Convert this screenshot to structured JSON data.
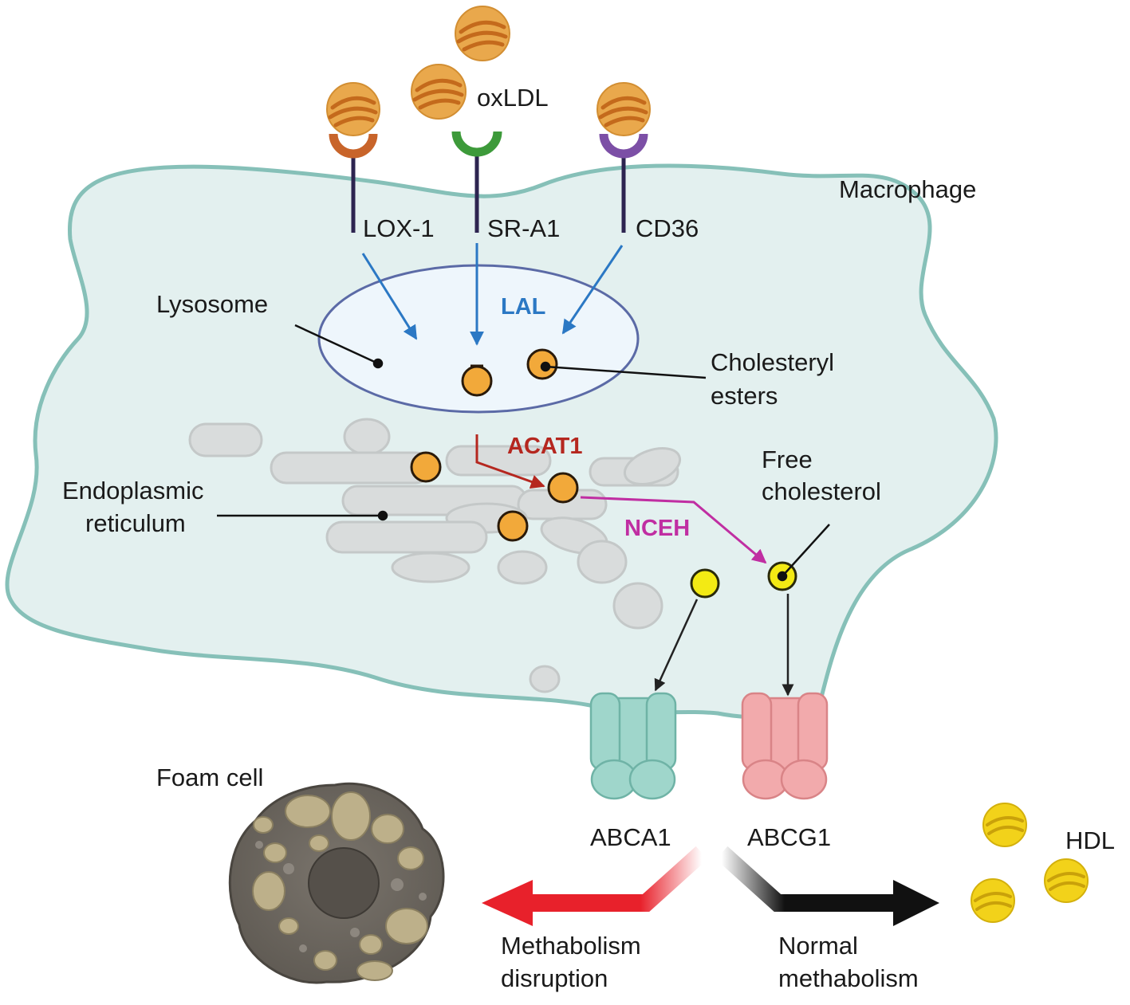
{
  "labels": {
    "oxldl": "oxLDL",
    "macrophage": "Macrophage",
    "lox1": "LOX-1",
    "sra1": "SR-A1",
    "cd36": "CD36",
    "lysosome": "Lysosome",
    "lal": "LAL",
    "cholesteryl_esters_line1": "Cholesteryl",
    "cholesteryl_esters_line2": "esters",
    "acat1": "ACAT1",
    "free_cholesterol_line1": "Free",
    "free_cholesterol_line2": "cholesterol",
    "er_line1": "Endoplasmic",
    "er_line2": "reticulum",
    "nceh": "NCEH",
    "abca1": "ABCA1",
    "abcg1": "ABCG1",
    "foam_cell": "Foam cell",
    "hdl": "HDL",
    "disruption_line1": "Methabolism",
    "disruption_line2": "disruption",
    "normal_line1": "Normal",
    "normal_line2": "methabolism"
  },
  "colors": {
    "cell_fill": "#e3f0ef",
    "cell_outline": "#86c0b8",
    "lysosome_fill": "#eef6fc",
    "lysosome_outline": "#5b6aa6",
    "lal": "#2b78c4",
    "acat1": "#b5271f",
    "nceh": "#c02ea2",
    "oxldl": "#e9a84c",
    "ester": "#f2a93a",
    "free_cholesterol": "#f3ea14",
    "hdl": "#f2d21a",
    "lox1_receptor": "#c8642a",
    "sra1_receptor": "#3d9a3a",
    "cd36_receptor": "#7c4fa6",
    "abca1": "#9fd6cb",
    "abcg1": "#f2aaac",
    "disruption_arrow": "#e8212b",
    "normal_arrow": "#111111"
  }
}
